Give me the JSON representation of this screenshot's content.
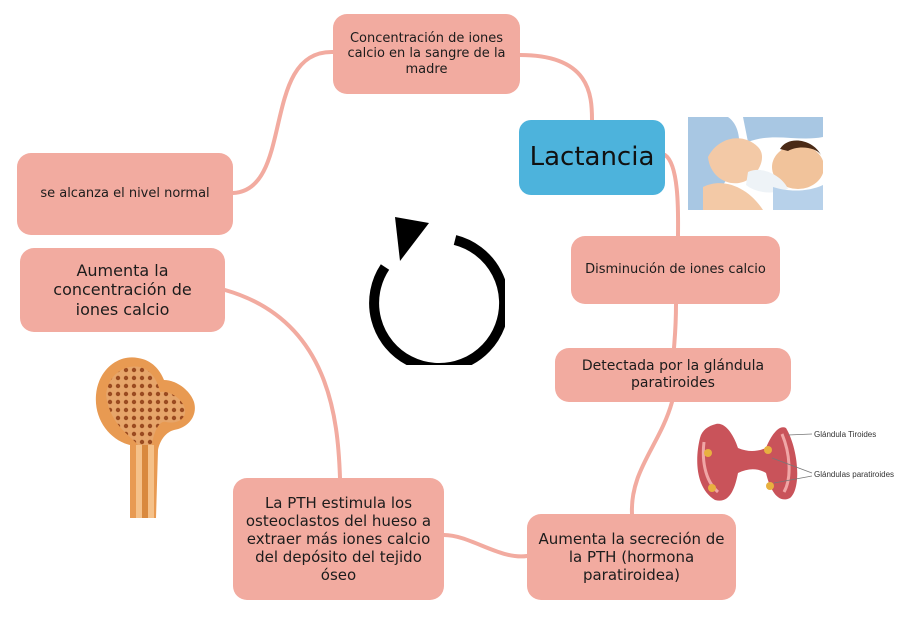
{
  "central": {
    "label": "Lactancia"
  },
  "nodes": {
    "mother_calcium": "Concentración de iones calcio en la sangre de la madre",
    "decrease": "Disminución de iones calcio",
    "detected": "Detectada por la glándula paratiroides",
    "pth_increase": "Aumenta la secreción de la PTH (hormona paratiroidea)",
    "pth_stimulates": "La PTH estimula los osteoclastos del hueso a extraer más iones calcio del depósito del tejido óseo",
    "raise_calcium": "Aumenta la concentración de iones calcio",
    "normal_level": "se alcanza el nivel normal"
  },
  "illustrations": {
    "thyroid": {
      "label_thyroid": "Glándula Tiroides",
      "label_parathyroid": "Glándulas paratiroides"
    },
    "bone": "bone",
    "breastfeeding": "breastfeeding-mother"
  },
  "icons": {
    "cycle": "cycle-arrow-icon"
  },
  "colors": {
    "node": "#f2aba0",
    "central": "#4db3dc",
    "connector": "#f2aba0"
  }
}
